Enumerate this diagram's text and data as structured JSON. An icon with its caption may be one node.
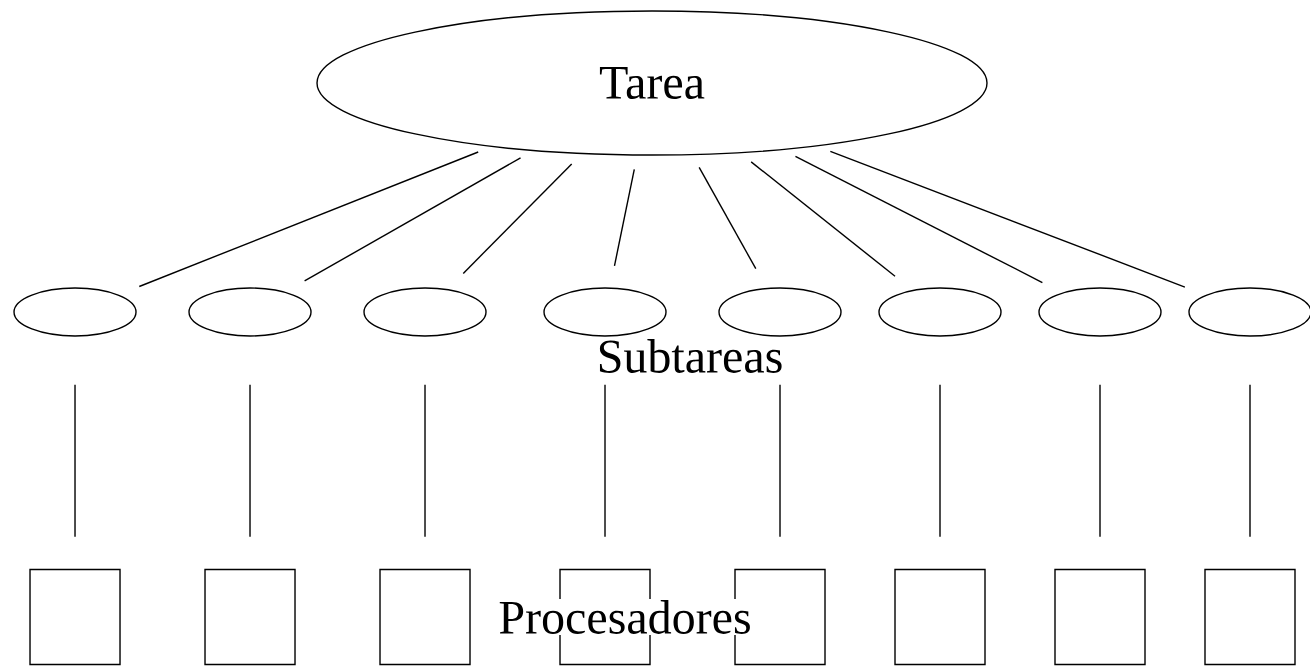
{
  "diagram": {
    "nodes": [
      {
        "text": [
          "Tarea"
        ]
      },
      {
        "text": [],
        "shape": "ellipse"
      },
      {
        "text": [],
        "shape": "ellipse"
      },
      {
        "text": [],
        "shape": "ellipse"
      },
      {
        "text": [],
        "shape": "ellipse"
      },
      {
        "text": [],
        "shape": "ellipse"
      },
      {
        "text": [],
        "shape": "ellipse"
      },
      {
        "text": [],
        "shape": "ellipse"
      },
      {
        "text": [],
        "shape": "ellipse"
      },
      {
        "text": [],
        "shape": "box"
      },
      {
        "text": [],
        "shape": "box"
      },
      {
        "text": [],
        "shape": "box"
      },
      {
        "text": [],
        "shape": "box"
      },
      {
        "text": [],
        "shape": "box"
      },
      {
        "text": [],
        "shape": "box"
      },
      {
        "text": [],
        "shape": "box"
      },
      {
        "text": [],
        "shape": "box"
      }
    ],
    "edges": [
      {
        "from": 0,
        "to": 1,
        "arrow": "none"
      },
      {
        "from": 0,
        "to": 2,
        "arrow": "none"
      },
      {
        "from": 0,
        "to": 3,
        "arrow": "none"
      },
      {
        "from": 0,
        "to": 4,
        "arrow": "none"
      },
      {
        "from": 0,
        "to": 5,
        "arrow": "none"
      },
      {
        "from": 0,
        "to": 6,
        "arrow": "none"
      },
      {
        "from": 0,
        "to": 7,
        "arrow": "none"
      },
      {
        "from": 0,
        "to": 8,
        "arrow": "none"
      },
      {
        "from": 1,
        "to": 9,
        "arrow": "none"
      },
      {
        "from": 2,
        "to": 10,
        "arrow": "none"
      },
      {
        "from": 3,
        "to": 11,
        "arrow": "none"
      },
      {
        "from": 4,
        "to": 12,
        "arrow": "none"
      },
      {
        "from": 5,
        "to": 13,
        "arrow": "none"
      },
      {
        "from": 6,
        "to": 14,
        "arrow": "none"
      },
      {
        "from": 7,
        "to": 15,
        "arrow": "none"
      },
      {
        "from": 8,
        "to": 16,
        "arrow": "none"
      }
    ],
    "labels": [
      "Subtareas",
      "Procesadores"
    ]
  }
}
